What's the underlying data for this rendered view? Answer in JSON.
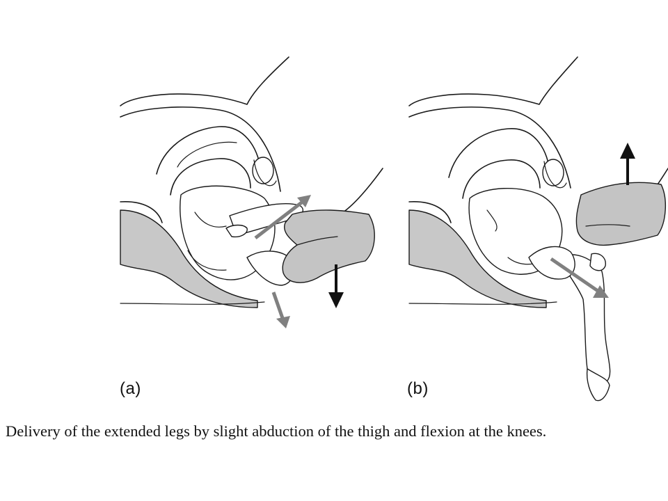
{
  "figure": {
    "panel_a": {
      "label": "(a)",
      "arrows": [
        {
          "name": "thigh-abduction-arrow",
          "color": "#808080"
        },
        {
          "name": "foot-direction-arrow",
          "color": "#808080"
        },
        {
          "name": "downward-pressure-arrow",
          "color": "#111111"
        }
      ]
    },
    "panel_b": {
      "label": "(b)",
      "arrows": [
        {
          "name": "upward-lift-arrow",
          "color": "#111111"
        },
        {
          "name": "leg-delivery-arrow",
          "color": "#808080"
        }
      ]
    },
    "caption": "Delivery of the extended legs by slight abduction of the thigh and flexion at the knees."
  },
  "colors": {
    "background": "#ffffff",
    "line": "#1a1a1a",
    "hand_fill": "#c4c4c4",
    "tissue_fill": "#c8c8c8",
    "grey_arrow": "#808080",
    "black_arrow": "#111111"
  }
}
